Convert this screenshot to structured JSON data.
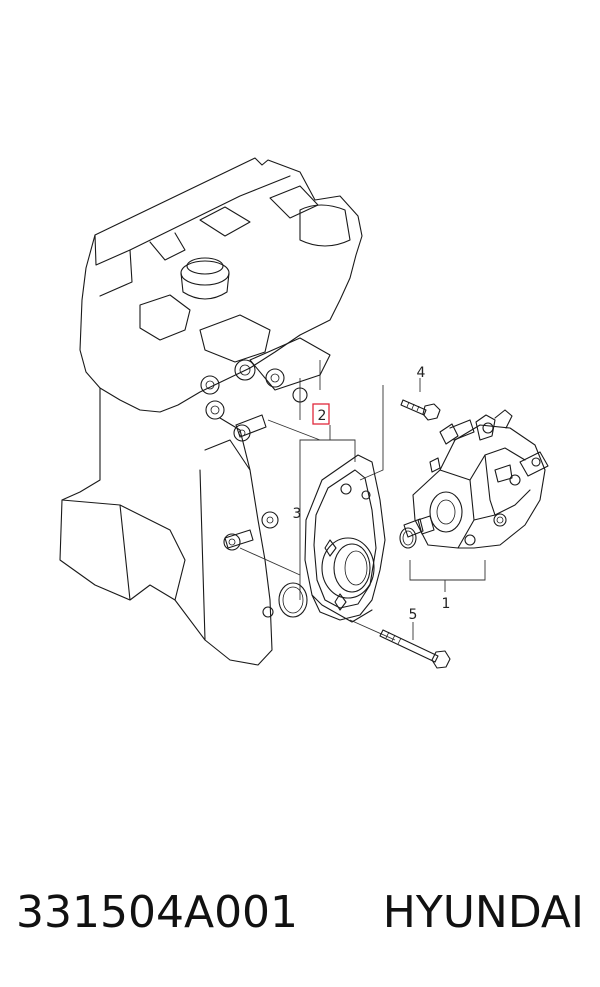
{
  "callouts": {
    "c1": "1",
    "c2": "2",
    "c3": "3",
    "c4": "4",
    "c5": "5"
  },
  "highlight_color": "#e0283c",
  "caption": {
    "part_number": "331504A001",
    "brand": "HYUNDAI"
  }
}
